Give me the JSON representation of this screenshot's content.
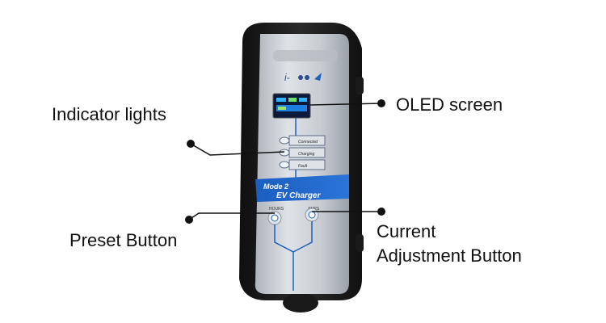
{
  "callouts": {
    "indicator_lights": "Indicator lights",
    "oled_screen": "OLED screen",
    "preset_button": "Preset Button",
    "current_adjustment_line1": "Current",
    "current_adjustment_line2": "Adjustment Button"
  },
  "device": {
    "status_lights": [
      "Connected",
      "Charging",
      "Fault"
    ],
    "band_line1": "Mode 2",
    "band_line2": "EV Charger",
    "button_left_label": "HOURS",
    "button_right_label": "AMPS"
  },
  "colors": {
    "casing": "#1c1c1c",
    "faceplate": "#c9ced4",
    "accent_blue": "#1f5fbf",
    "oled_background": "#0b1a3a",
    "leader_line": "#111111"
  },
  "icons": {
    "logo": "brand-logo-icon",
    "status_light": "status-light-icon",
    "button": "round-button-icon"
  }
}
